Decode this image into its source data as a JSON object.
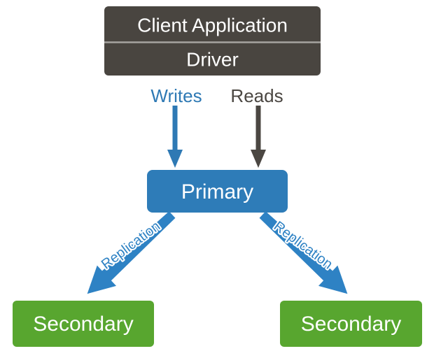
{
  "colors": {
    "background": "#ffffff",
    "client_box": "#494540",
    "divider": "#a6a39f",
    "box_text": "#ffffff",
    "writes_blue": "#2e79b4",
    "reads_gray": "#4b4742",
    "primary_blue": "#2e7cb8",
    "replication_blue": "#2e82c4",
    "secondary_green": "#58a62f"
  },
  "client_box": {
    "line1": "Client Application",
    "line2": "Driver"
  },
  "labels": {
    "writes": "Writes",
    "reads": "Reads"
  },
  "primary": {
    "label": "Primary"
  },
  "replication": {
    "left_label": "Replication",
    "right_label": "Replication"
  },
  "secondaries": [
    {
      "label": "Secondary"
    },
    {
      "label": "Secondary"
    }
  ]
}
